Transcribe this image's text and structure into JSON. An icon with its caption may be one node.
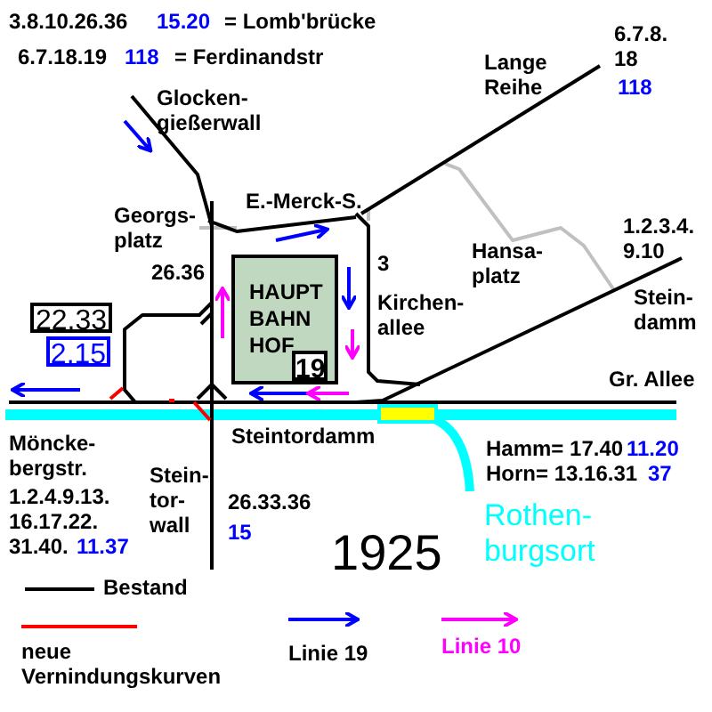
{
  "diagram": {
    "title": "1925",
    "nodes": [
      {
        "text": [
          "HAUPT BAHN HOF"
        ]
      },
      {
        "text": [
          "19"
        ],
        "in": 0
      },
      {
        "text": [
          "22.33"
        ]
      },
      {
        "text": [
          "2.15"
        ]
      }
    ],
    "labels": [
      "3.8.10.26.36",
      "15.20",
      "= Lomb'brücke",
      "6.7.18.19",
      "118",
      "= Ferdinandstr",
      "Glocken- gießerwall",
      "Lange Reihe",
      "6.7.8. 18",
      "118",
      "E.-Merck-S.",
      "Georgs- platz",
      "1.2.3.4. 9.10",
      "Hansa- platz",
      "3",
      "26.36",
      "Kirchen- allee",
      "Stein- damm",
      "Gr. Allee",
      "Steintordamm",
      "Möncke- bergstr.",
      "1.2.4.9.13. 16.17.22. 31.40.",
      "11.37",
      "Stein- tor- wall",
      "26.33.36",
      "15",
      "Hamm= 17.40",
      "11.20",
      "Horn= 13.16.31",
      "37",
      "Rothen- burgsort"
    ],
    "legend": [
      {
        "text": "Bestand"
      },
      {
        "text": "neue Vernindungskurven"
      },
      {
        "text": "Linie 19"
      },
      {
        "text": "Linie 10"
      }
    ]
  }
}
